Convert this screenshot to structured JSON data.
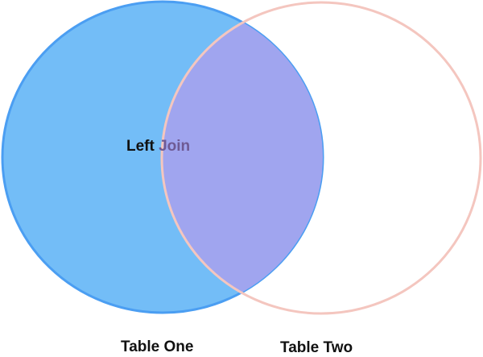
{
  "diagram": {
    "title_left_word": "Left",
    "title_right_word": "Join",
    "sets": [
      {
        "name": "Table One",
        "fill": "#73bdf7",
        "stroke": "#4b9ef2"
      },
      {
        "name": "Table Two",
        "fill": "none",
        "stroke": "#f4c6bf"
      }
    ],
    "intersection_fill": "#a0a5ef",
    "highlighted_region": "Table One (including intersection)"
  }
}
